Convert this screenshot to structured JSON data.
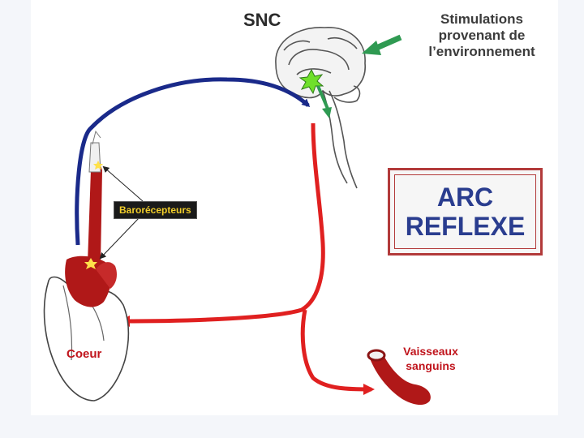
{
  "labels": {
    "snc": "SNC",
    "stimulations": [
      "Stimulations",
      "provenant de",
      "l’environnement"
    ],
    "barorecepteurs": "Barorécepteurs",
    "arc_reflexe": [
      "ARC",
      "REFLEXE"
    ],
    "coeur": "Coeur",
    "vaisseaux": [
      "Vaisseaux",
      "sanguins"
    ]
  },
  "colors": {
    "afferent_path": "#1a2a8a",
    "efferent_path": "#e02020",
    "stimulus_arrow": "#2f9a52",
    "organ_red": "#b01818",
    "box_border": "#b23a3a",
    "box_text": "#2a3d8f"
  }
}
